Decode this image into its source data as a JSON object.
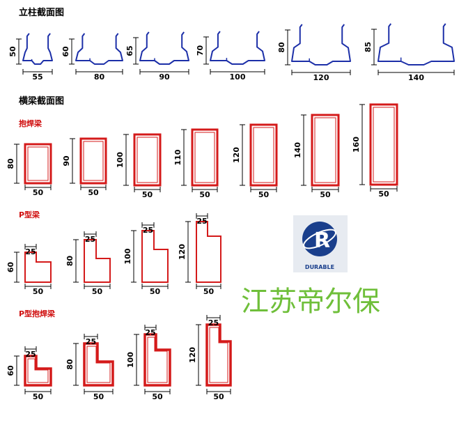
{
  "headings": {
    "upright": "立柱截面图",
    "beam": "横梁截面图",
    "box_beam": "抱焊梁",
    "p_beam": "P型梁",
    "p_box_beam": "P型抱焊梁"
  },
  "uprights": [
    {
      "h": "50",
      "w": "55"
    },
    {
      "h": "60",
      "w": "80"
    },
    {
      "h": "65",
      "w": "90"
    },
    {
      "h": "70",
      "w": "100"
    },
    {
      "h": "80",
      "w": "120"
    },
    {
      "h": "85",
      "w": "140"
    }
  ],
  "box_beams": [
    {
      "h": "80",
      "w": "50"
    },
    {
      "h": "90",
      "w": "50"
    },
    {
      "h": "100",
      "w": "50"
    },
    {
      "h": "110",
      "w": "50"
    },
    {
      "h": "120",
      "w": "50"
    },
    {
      "h": "140",
      "w": "50"
    },
    {
      "h": "160",
      "w": "50"
    }
  ],
  "p_beams": [
    {
      "h": "60",
      "w": "50",
      "s": "25"
    },
    {
      "h": "80",
      "w": "50",
      "s": "25"
    },
    {
      "h": "100",
      "w": "50",
      "s": "25"
    },
    {
      "h": "120",
      "w": "50",
      "s": "25"
    }
  ],
  "p_box_beams": [
    {
      "h": "60",
      "w": "50",
      "s": "25"
    },
    {
      "h": "80",
      "w": "50",
      "s": "25"
    },
    {
      "h": "100",
      "w": "50",
      "s": "25"
    },
    {
      "h": "120",
      "w": "50",
      "s": "25"
    }
  ],
  "logo": {
    "text": "DURABLE",
    "brand_name": "江苏帝尔保"
  },
  "colors": {
    "upright": "#1c2fa8",
    "beam": "#d41a1a",
    "brand": "#6fbf3a",
    "logo_bg": "#e7ebf1"
  }
}
